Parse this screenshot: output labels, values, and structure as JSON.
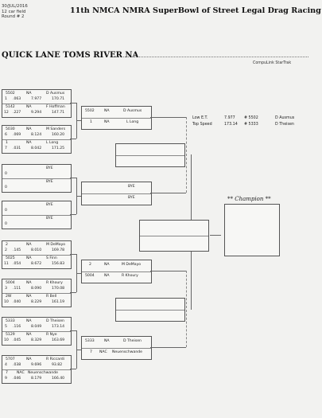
{
  "header": {
    "date": "30/JUL/2016",
    "field": "12 car field",
    "round": "Round # 2",
    "title": "11th NMCA NMRA SuperBowl of Street Legal Drag Racing",
    "track": "QUICK LANE TOMS RIVER NA",
    "timer": "CompuLink StarTrak"
  },
  "stats": {
    "low_et_label": "Low E.T.",
    "low_et_value": "7.977",
    "low_et_num": "# 5502",
    "low_et_name": "D Ausmus",
    "top_speed_label": "Top Speed",
    "top_speed_value": "173.14",
    "top_speed_num": "# 5333",
    "top_speed_name": "D Theisen"
  },
  "champion_label": "** Champion **",
  "round1": [
    {
      "a": {
        "car": "5502",
        "cls": "NA",
        "name": "D Ausmus",
        "lane": "1",
        "rt": ".063",
        "et": "7.977",
        "mph": "170.71"
      },
      "b": {
        "car": "5142",
        "cls": "NA",
        "name": "F Hoffman",
        "lane": "12",
        "rt": ".227",
        "et": "9.294",
        "mph": "147.71"
      }
    },
    {
      "a": {
        "car": "5030",
        "cls": "NA",
        "name": "M Sanders",
        "lane": "6",
        "rt": ".069",
        "et": "8.124",
        "mph": "160.20"
      },
      "b": {
        "car": "1",
        "cls": "NA",
        "name": "L Long",
        "lane": "7",
        "rt": ".031",
        "et": "8.042",
        "mph": "171.25"
      }
    },
    {
      "a": {
        "car": "",
        "cls": "",
        "name": "BYE",
        "lane": "0",
        "rt": "",
        "et": "",
        "mph": ""
      },
      "b": {
        "car": "",
        "cls": "",
        "name": "BYE",
        "lane": "0",
        "rt": "",
        "et": "",
        "mph": ""
      }
    },
    {
      "a": {
        "car": "",
        "cls": "",
        "name": "BYE",
        "lane": "0",
        "rt": "",
        "et": "",
        "mph": ""
      },
      "b": {
        "car": "",
        "cls": "",
        "name": "BYE",
        "lane": "0",
        "rt": "",
        "et": "",
        "mph": ""
      }
    },
    {
      "a": {
        "car": "2",
        "cls": "NA",
        "name": "M DeMayo",
        "lane": "2",
        "rt": ".145",
        "et": "8.010",
        "mph": "169.78"
      },
      "b": {
        "car": "5025",
        "cls": "NA",
        "name": "S Finn",
        "lane": "11",
        "rt": ".054",
        "et": "8.672",
        "mph": "156.83"
      }
    },
    {
      "a": {
        "car": "5004",
        "cls": "NA",
        "name": "R Khoury",
        "lane": "3",
        "rt": ".111",
        "et": "8.090",
        "mph": "170.08"
      },
      "b": {
        "car": "2W",
        "cls": "NA",
        "name": "R Bell",
        "lane": "10",
        "rt": ".040",
        "et": "8.229",
        "mph": "161.19"
      }
    },
    {
      "a": {
        "car": "5333",
        "cls": "NA",
        "name": "D Theisen",
        "lane": "5",
        "rt": ".116",
        "et": "8.049",
        "mph": "173.14"
      },
      "b": {
        "car": "5129",
        "cls": "NA",
        "name": "R Nye",
        "lane": "10",
        "rt": ".045",
        "et": "8.329",
        "mph": "163.69"
      }
    },
    {
      "a": {
        "car": "5707",
        "cls": "NA",
        "name": "R Riccardi",
        "lane": "4",
        "rt": ".038",
        "et": "9.696",
        "mph": "93.82"
      },
      "b": {
        "car": "7",
        "cls": "NAC",
        "name": "Neuenschwande",
        "lane": "9",
        "rt": ".046",
        "et": "8.179",
        "mph": "166.40"
      }
    }
  ],
  "round2": [
    {
      "a": {
        "car": "5502",
        "cls": "NA",
        "name": "D Ausmus",
        "lane": "",
        "rt": "",
        "et": "",
        "mph": ""
      },
      "b": {
        "car": "1",
        "cls": "NA",
        "name": "L Long",
        "lane": "",
        "rt": "",
        "et": "",
        "mph": ""
      }
    },
    {
      "a": {
        "car": "",
        "cls": "",
        "name": "BYE",
        "lane": "",
        "rt": "",
        "et": "",
        "mph": ""
      },
      "b": {
        "car": "",
        "cls": "",
        "name": "BYE",
        "lane": "",
        "rt": "",
        "et": "",
        "mph": ""
      }
    },
    {
      "a": {
        "car": "2",
        "cls": "NA",
        "name": "M DeMayo",
        "lane": "",
        "rt": "",
        "et": "",
        "mph": ""
      },
      "b": {
        "car": "5004",
        "cls": "NA",
        "name": "R Khoury",
        "lane": "",
        "rt": "",
        "et": "",
        "mph": ""
      }
    },
    {
      "a": {
        "car": "5333",
        "cls": "NA",
        "name": "D Theisen",
        "lane": "",
        "rt": "",
        "et": "",
        "mph": ""
      },
      "b": {
        "car": "7",
        "cls": "NAC",
        "name": "Neuenschwande",
        "lane": "",
        "rt": "",
        "et": "",
        "mph": ""
      }
    }
  ]
}
